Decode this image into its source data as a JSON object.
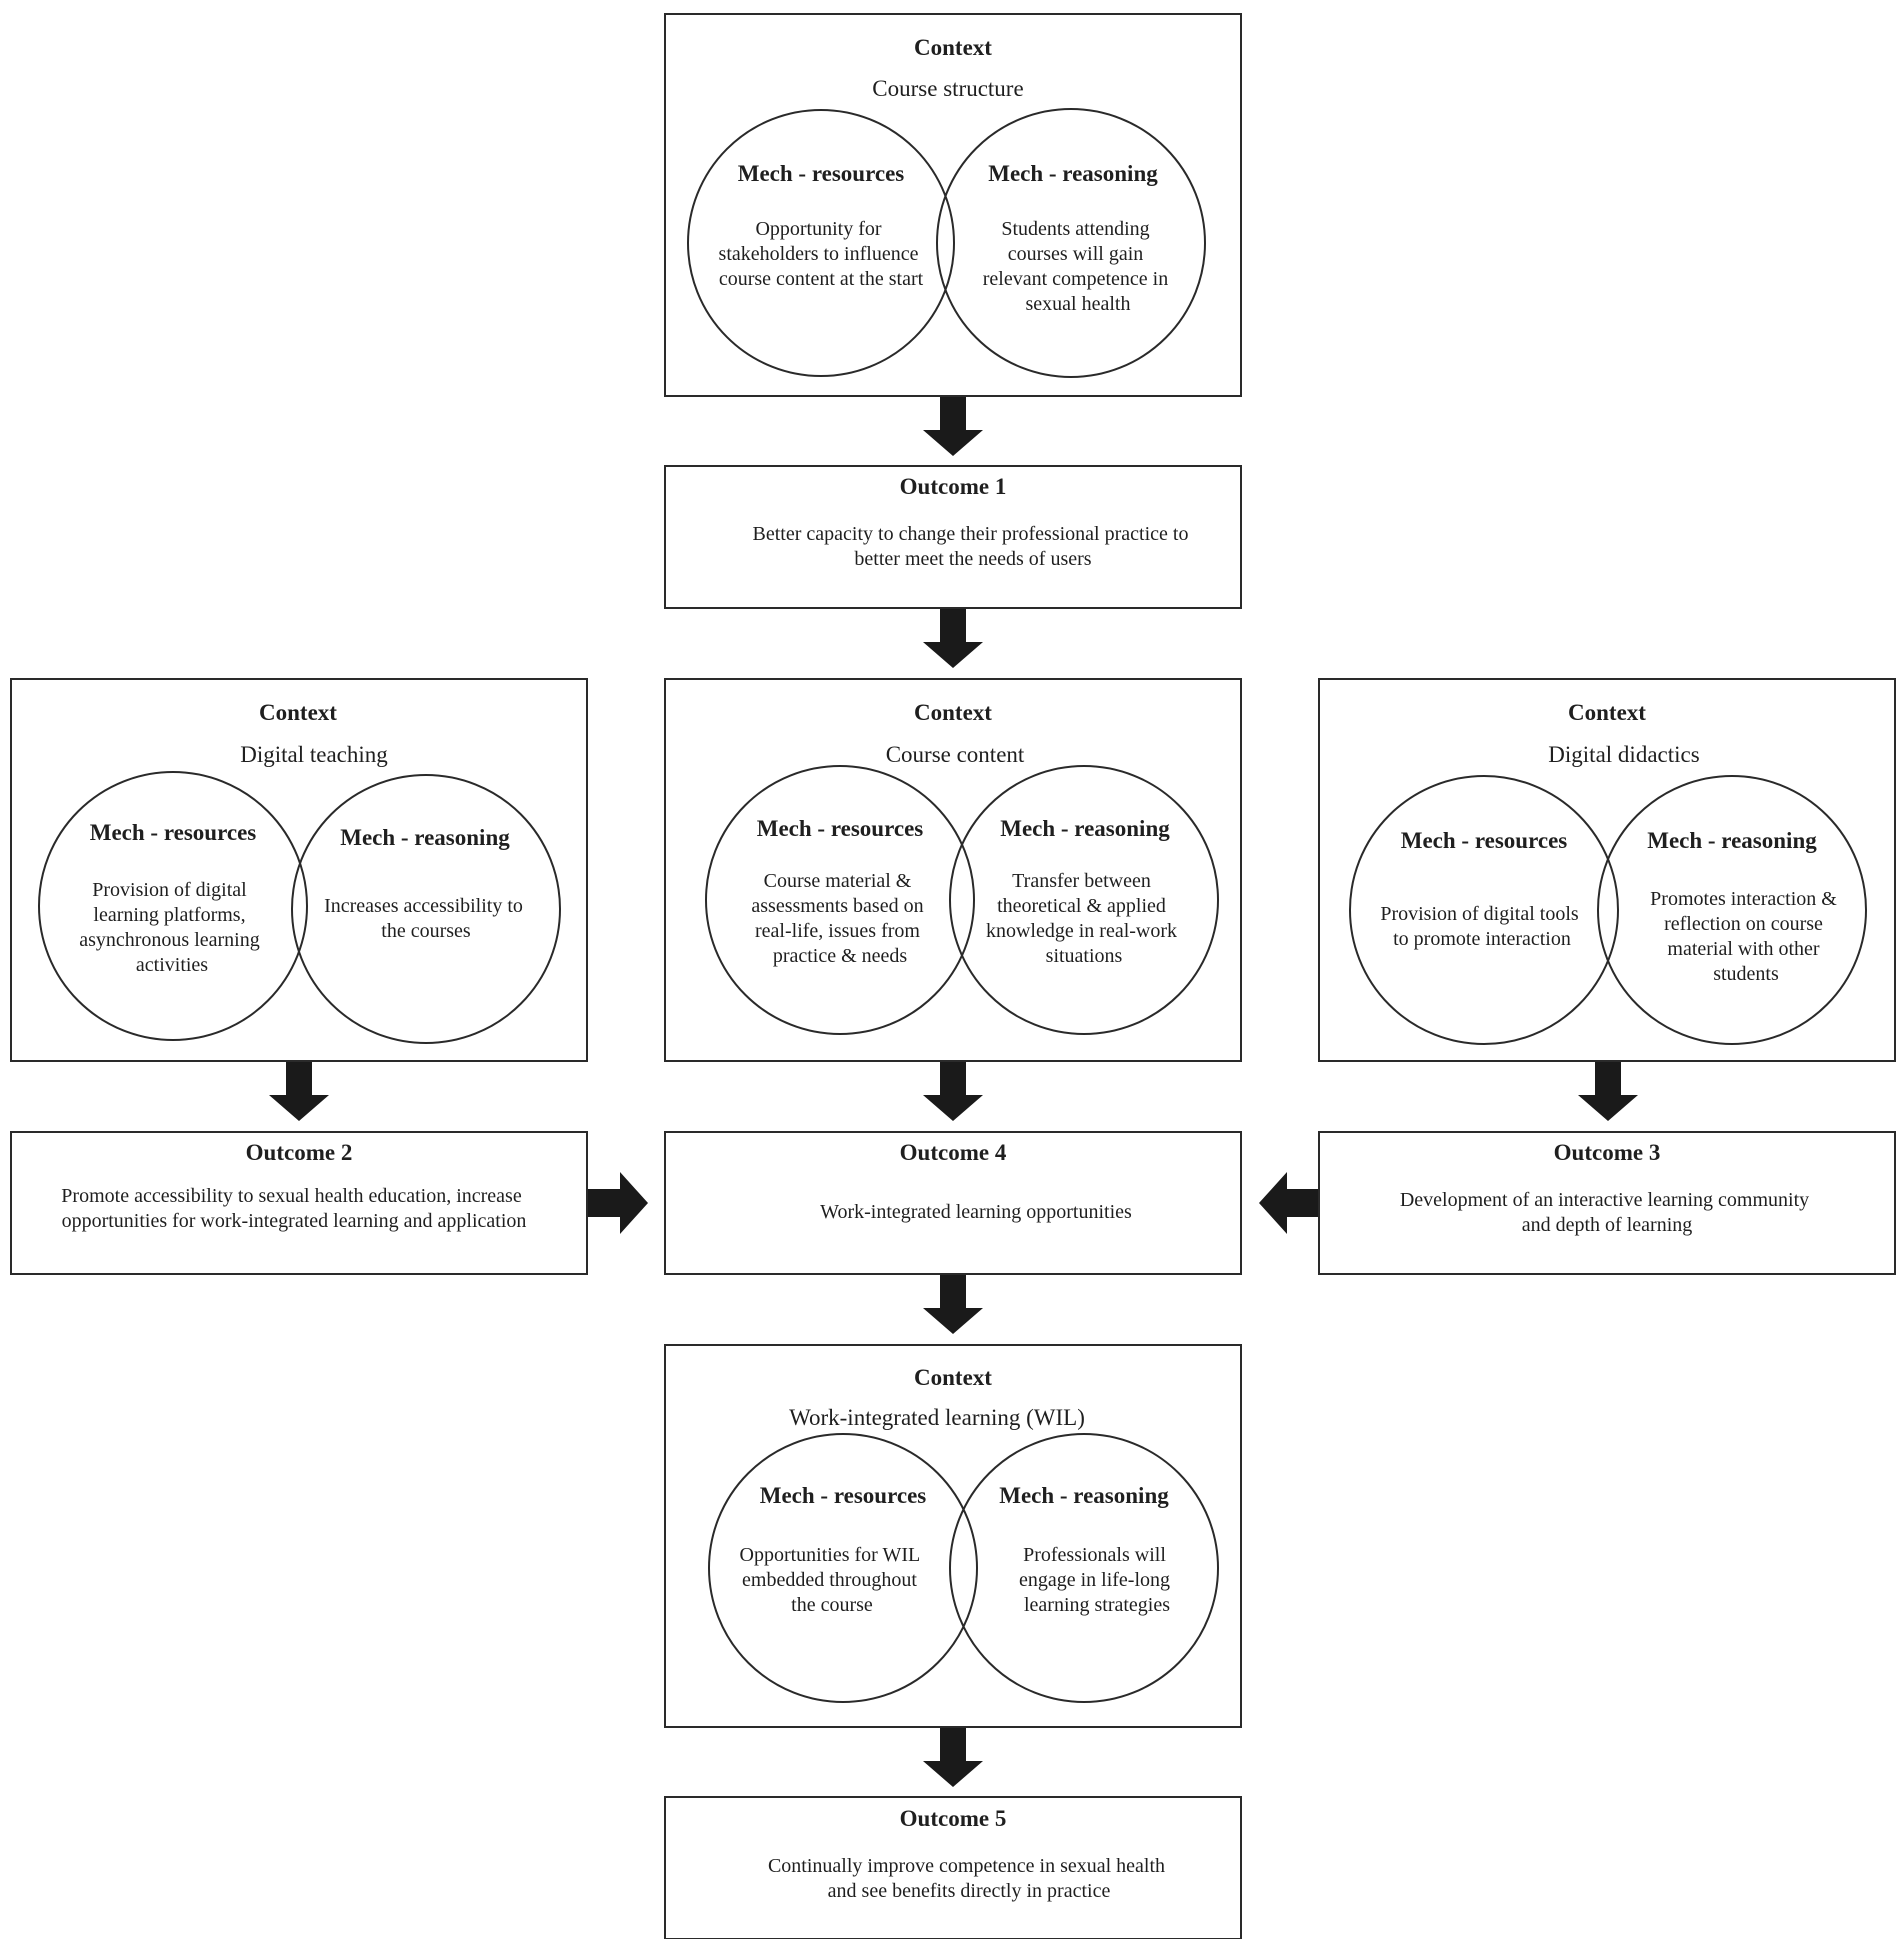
{
  "contexts": {
    "course_structure": {
      "heading": "Context",
      "name": "Course structure",
      "resources_title": "Mech - resources",
      "resources_lines": [
        "Opportunity for",
        "stakeholders to influence",
        "course content at the start"
      ],
      "reasoning_title": "Mech - reasoning",
      "reasoning_lines": [
        "Students attending",
        "courses will gain",
        "relevant competence in",
        "sexual health"
      ]
    },
    "digital_teaching": {
      "heading": "Context",
      "name": "Digital teaching",
      "resources_title": "Mech - resources",
      "resources_lines": [
        "Provision of digital",
        "learning platforms,",
        "asynchronous learning",
        "activities"
      ],
      "reasoning_title": "Mech - reasoning",
      "reasoning_lines": [
        "Increases accessibility to",
        "the courses"
      ]
    },
    "course_content": {
      "heading": "Context",
      "name": "Course content",
      "resources_title": "Mech - resources",
      "resources_lines": [
        "Course material &",
        "assessments based on",
        "real-life, issues from",
        "practice & needs"
      ],
      "reasoning_title": "Mech - reasoning",
      "reasoning_lines": [
        "Transfer between",
        "theoretical & applied",
        "knowledge in real-work",
        "situations"
      ]
    },
    "digital_didactics": {
      "heading": "Context",
      "name": "Digital didactics",
      "resources_title": "Mech - resources",
      "resources_lines": [
        "Provision of digital tools",
        "to promote interaction"
      ],
      "reasoning_title": "Mech - reasoning",
      "reasoning_lines": [
        "Promotes interaction &",
        "reflection on course",
        "material with other",
        "students"
      ]
    },
    "wil": {
      "heading": "Context",
      "name": "Work-integrated learning (WIL)",
      "resources_title": "Mech - resources",
      "resources_lines": [
        "Opportunities for WIL",
        "embedded throughout",
        "the course"
      ],
      "reasoning_title": "Mech - reasoning",
      "reasoning_lines": [
        "Professionals will",
        "engage in life-long",
        "learning strategies"
      ]
    }
  },
  "outcomes": {
    "o1": {
      "title": "Outcome 1",
      "lines": [
        "Better capacity to change their professional practice to",
        "better meet the needs of users"
      ]
    },
    "o2": {
      "title": "Outcome 2",
      "lines": [
        "Promote accessibility to sexual health education, increase",
        "opportunities for work-integrated learning and application"
      ]
    },
    "o3": {
      "title": "Outcome 3",
      "lines": [
        "Development of an interactive learning community",
        "and depth of learning"
      ]
    },
    "o4": {
      "title": "Outcome 4",
      "lines": [
        "Work-integrated learning opportunities"
      ]
    },
    "o5": {
      "title": "Outcome 5",
      "lines": [
        "Continually improve competence in sexual health",
        "and see benefits directly in practice"
      ]
    }
  },
  "colors": {
    "stroke": "#2a2a2a",
    "arrow": "#1a1a1a",
    "background": "#ffffff"
  }
}
